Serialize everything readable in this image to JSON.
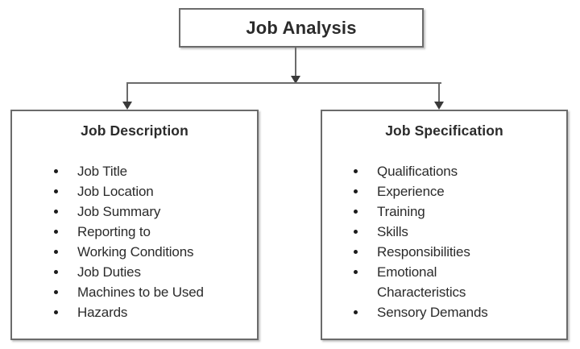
{
  "diagram": {
    "type": "hierarchy-tree",
    "root": {
      "title": "Job Analysis"
    },
    "branches": [
      {
        "id": "job-description",
        "title": "Job Description",
        "items": [
          "Job Title",
          "Job Location",
          "Job Summary",
          "Reporting to",
          "Working Conditions",
          "Job Duties",
          "Machines to be Used",
          "Hazards"
        ]
      },
      {
        "id": "job-specification",
        "title": "Job Specification",
        "items": [
          "Qualifications",
          "Experience",
          "Training",
          "Skills",
          "Responsibilities",
          "Emotional Characteristics",
          "Sensory Demands"
        ]
      }
    ],
    "colors": {
      "background": "#ffffff",
      "box_border": "#6b6b6b",
      "text": "#2b2b2b",
      "bullet": "#1b1b1b",
      "connector": "#6b6b6b",
      "arrowhead": "#3a3a3a"
    }
  }
}
